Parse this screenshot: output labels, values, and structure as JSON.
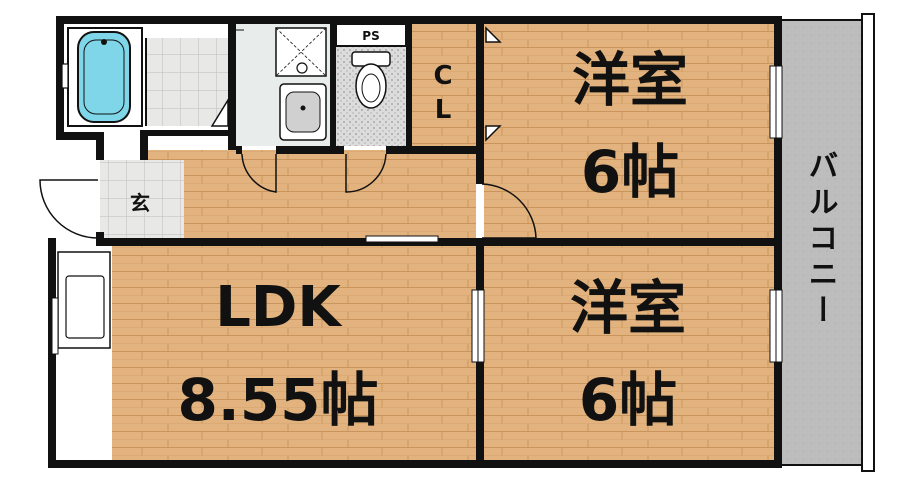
{
  "colors": {
    "wall": "#111111",
    "wood": "#e2b37e",
    "wood_grain": "#c9955c",
    "tile": "#e8e8e6",
    "tile_line": "#bdbdbd",
    "bath_water": "#7fd6e8",
    "toilet_floor": "#d9d9d9",
    "balcony": "#bdbdbd",
    "white": "#ffffff"
  },
  "rooms": {
    "western_top": {
      "name": "洋室",
      "size": "6帖"
    },
    "western_bottom": {
      "name": "洋室",
      "size": "6帖"
    },
    "ldk": {
      "name": "LDK",
      "size": "8.55帖"
    },
    "closet": {
      "line1": "C",
      "line2": "L"
    },
    "entrance": {
      "name": "玄"
    },
    "pipe_space": {
      "name": "PS"
    },
    "balcony": {
      "name": "バルコニー"
    }
  },
  "icons": [
    "bathtub-icon",
    "washing-machine-icon",
    "sink-icon",
    "toilet-icon",
    "kitchen-counter-icon",
    "door-swing-icon",
    "window-icon"
  ]
}
